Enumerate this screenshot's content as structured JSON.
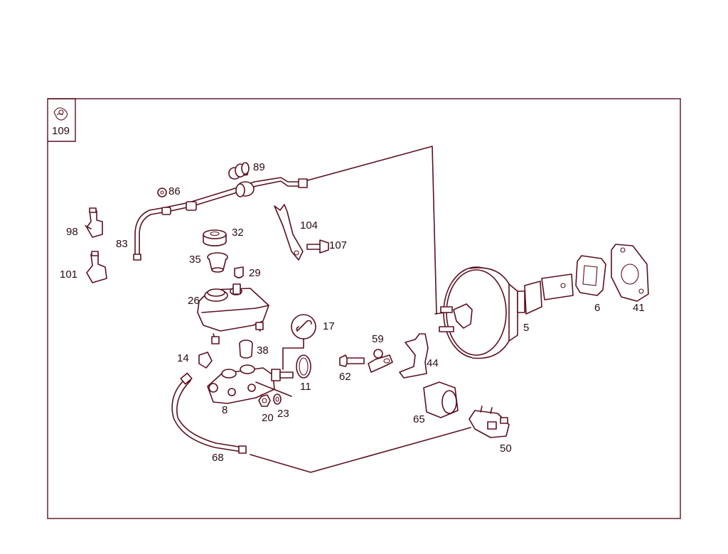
{
  "diagram": {
    "group_number": "109",
    "group_icon": "brake-caliper-icon",
    "line_color": "#5a1020",
    "labels": {
      "p5": "5",
      "p6": "6",
      "p8": "8",
      "p11": "11",
      "p14": "14",
      "p17": "17",
      "p20": "20",
      "p23": "23",
      "p26": "26",
      "p29": "29",
      "p32": "32",
      "p35": "35",
      "p38": "38",
      "p41": "41",
      "p44": "44",
      "p50": "50",
      "p59": "59",
      "p62": "62",
      "p65": "65",
      "p68": "68",
      "p83": "83",
      "p86": "86",
      "p89": "89",
      "p98": "98",
      "p101": "101",
      "p104": "104",
      "p107": "107"
    }
  }
}
